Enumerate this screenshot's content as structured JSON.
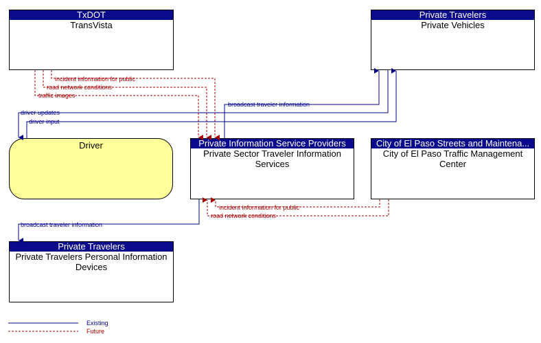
{
  "nodes": {
    "transvista": {
      "header": "TxDOT",
      "name": "TransVista"
    },
    "private_vehicles": {
      "header": "Private Travelers",
      "name": "Private Vehicles"
    },
    "driver": {
      "name": "Driver"
    },
    "pisp": {
      "header": "Private Information Service Providers",
      "name": "Private Sector Traveler Information Services"
    },
    "elpaso": {
      "header": "City of El Paso Streets and Maintena...",
      "name": "City of El Paso Traffic Management Center"
    },
    "ptpid": {
      "header": "Private Travelers",
      "name": "Private Travelers Personal Information Devices"
    }
  },
  "flows": {
    "incident_public_top": "incident information for public",
    "road_network_top": "road network conditions",
    "traffic_images": "traffic images",
    "broadcast_top": "broadcast traveler information",
    "driver_updates": "driver updates",
    "driver_input": "driver input",
    "incident_public_bottom": "incident information for public",
    "road_network_bottom": "road network conditions",
    "broadcast_bottom": "broadcast traveler information"
  },
  "legend": {
    "existing": "Existing",
    "future": "Future"
  },
  "colors": {
    "existing": "#00008b",
    "future": "#aa0000",
    "header": "#0a0a8c",
    "driver_fill": "#ffff99"
  }
}
